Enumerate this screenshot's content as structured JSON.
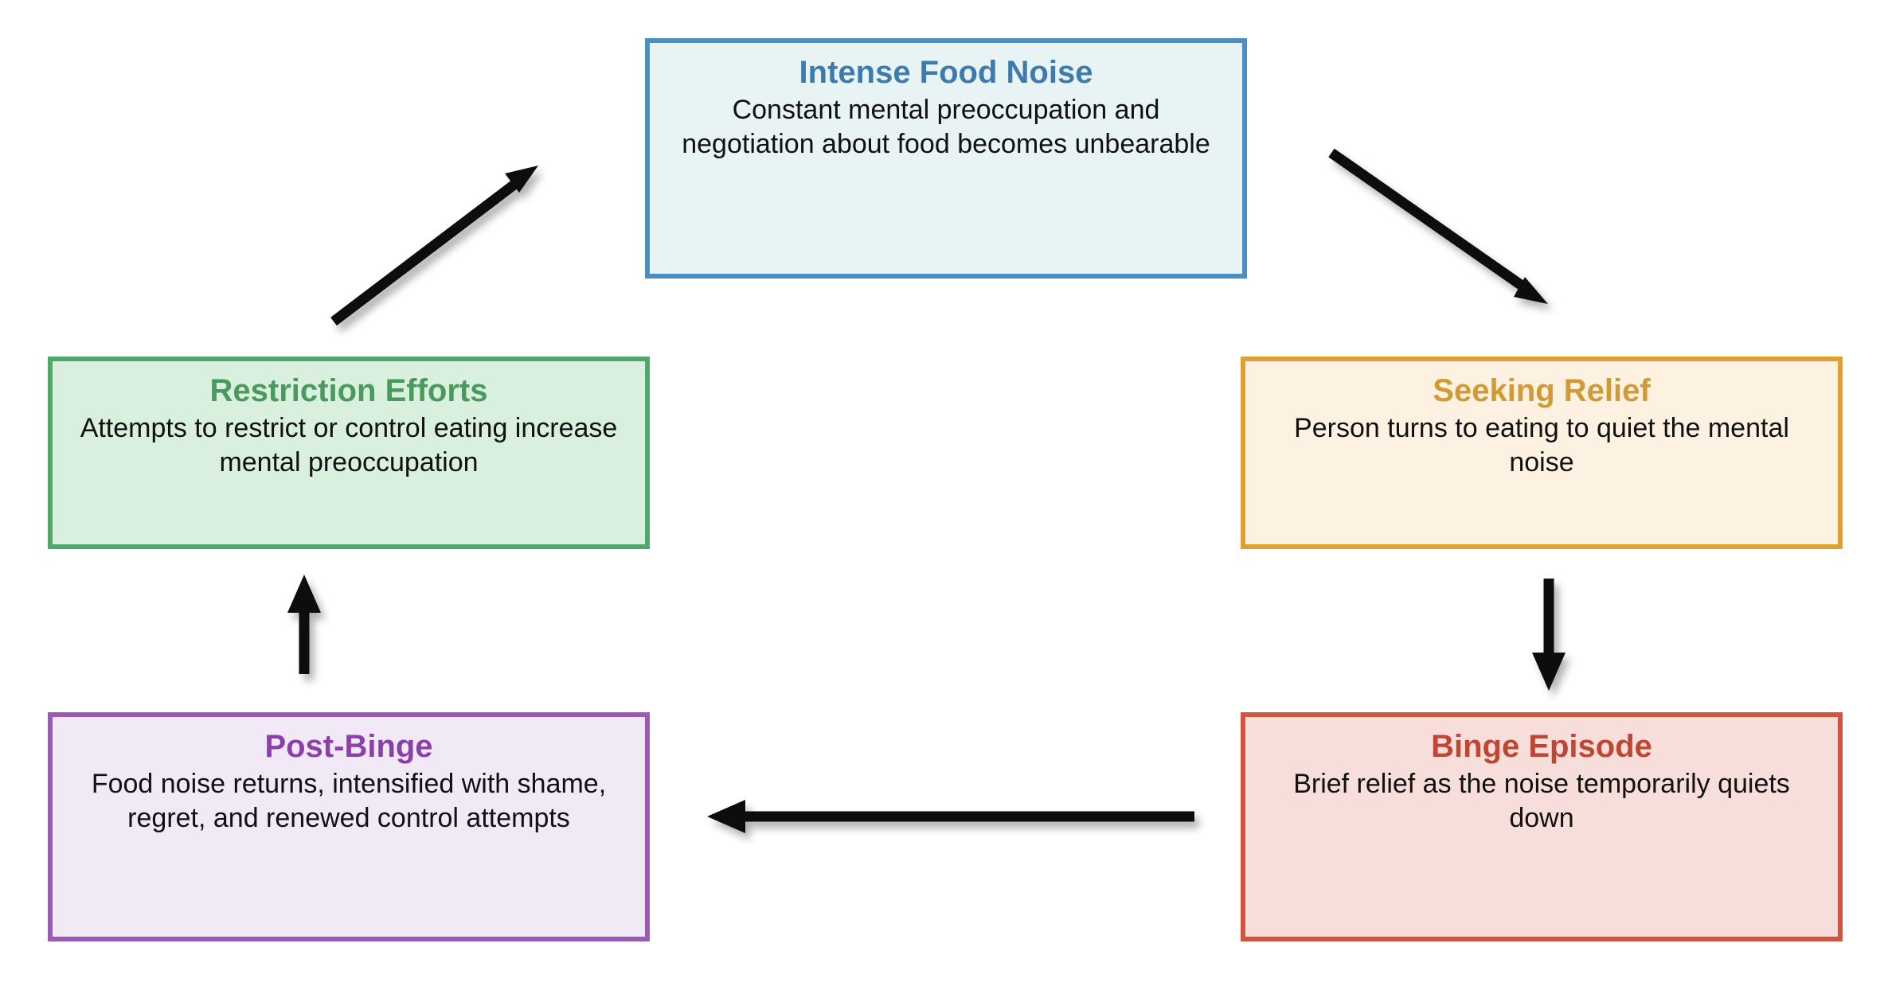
{
  "diagram": {
    "type": "cycle-flowchart",
    "background_color": "#ffffff",
    "arrow_color": "#000000",
    "nodes": [
      {
        "id": "intense-food-noise",
        "title": "Intense Food Noise",
        "description": "Constant mental preoccupation and negotiation about food becomes unbearable",
        "title_color": "#3D7BAF",
        "border_color": "#4A90C4",
        "fill_color": "#E8F4F4"
      },
      {
        "id": "restriction-efforts",
        "title": "Restriction Efforts",
        "description": "Attempts to restrict or control eating increase mental preoccupation",
        "title_color": "#4A9A5E",
        "border_color": "#4FA96A",
        "fill_color": "#D9F0DE"
      },
      {
        "id": "seeking-relief",
        "title": "Seeking Relief",
        "description": "Person turns to eating to quiet the mental noise",
        "title_color": "#D19A34",
        "border_color": "#E0A030",
        "fill_color": "#FDF2E2"
      },
      {
        "id": "post-binge",
        "title": "Post-Binge",
        "description": "Food noise returns, intensified with shame, regret, and renewed control attempts",
        "title_color": "#8B3FA8",
        "border_color": "#9B59B6",
        "fill_color": "#F2E9F7"
      },
      {
        "id": "binge-episode",
        "title": "Binge Episode",
        "description": "Brief relief as the noise temporarily quiets down",
        "title_color": "#BF4632",
        "border_color": "#D1543E",
        "fill_color": "#F8DEDA"
      }
    ],
    "edges": [
      {
        "id": "intense-food-noise-to-seeking-relief",
        "from": "intense-food-noise",
        "to": "seeking-relief",
        "direction": "diagonal-down-right"
      },
      {
        "id": "seeking-relief-to-binge-episode",
        "from": "seeking-relief",
        "to": "binge-episode",
        "direction": "down"
      },
      {
        "id": "binge-episode-to-post-binge",
        "from": "binge-episode",
        "to": "post-binge",
        "direction": "left"
      },
      {
        "id": "post-binge-to-restriction-efforts",
        "from": "post-binge",
        "to": "restriction-efforts",
        "direction": "up"
      },
      {
        "id": "restriction-efforts-to-intense-food-noise",
        "from": "restriction-efforts",
        "to": "intense-food-noise",
        "direction": "diagonal-up-right"
      }
    ]
  }
}
